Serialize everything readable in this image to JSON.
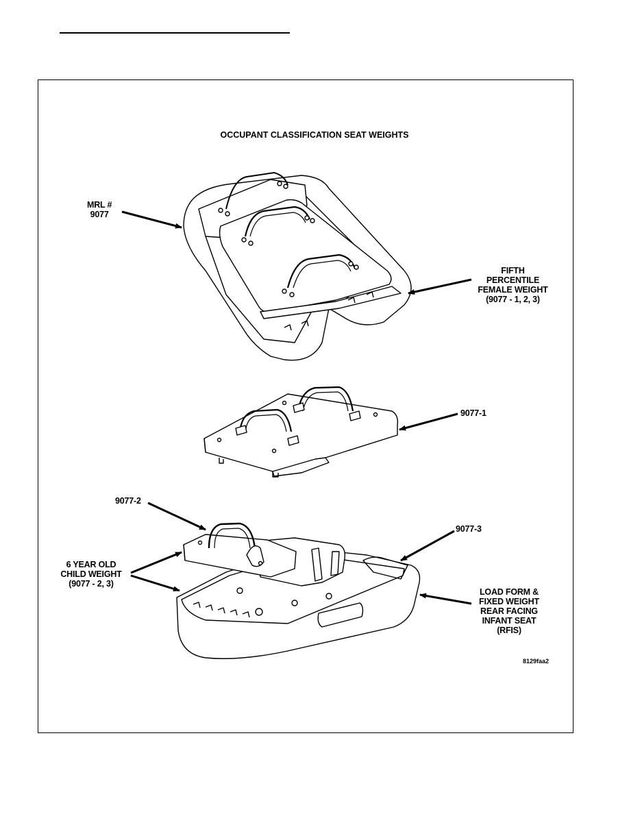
{
  "diagram": {
    "title": "OCCUPANT CLASSIFICATION SEAT WEIGHTS",
    "image_code": "8129faa2",
    "labels": {
      "mrl": [
        "MRL #",
        "9077"
      ],
      "fifth_percentile": [
        "FIFTH",
        "PERCENTILE",
        "FEMALE WEIGHT",
        "(9077 - 1, 2, 3)"
      ],
      "part_1": [
        "9077-1"
      ],
      "part_2": [
        "9077-2"
      ],
      "part_3": [
        "9077-3"
      ],
      "child_weight": [
        "6 YEAR OLD",
        "CHILD WEIGHT",
        "(9077 - 2, 3)"
      ],
      "load_form": [
        "LOAD FORM &",
        "FIXED WEIGHT",
        "REAR FACING",
        "INFANT SEAT",
        "(RFIS)"
      ]
    }
  }
}
